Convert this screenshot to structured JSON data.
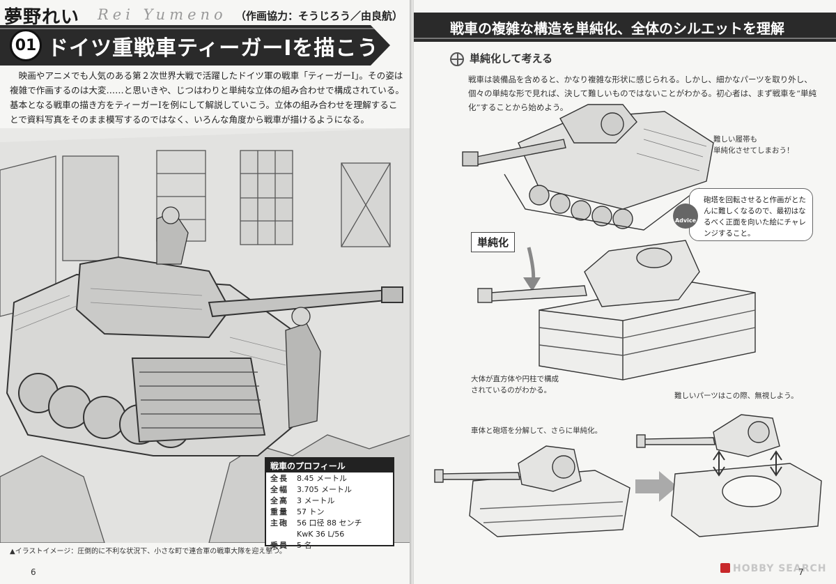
{
  "left": {
    "author": "夢野れい",
    "author_roman": "Rei Yumeno",
    "credit": "（作画協力：そうじろう／由良航）",
    "chapter_number": "01",
    "title": "ドイツ重戦車ティーガーⅠを描こう",
    "intro": "映画やアニメでも人気のある第２次世界大戦で活躍したドイツ軍の戦車「ティーガーⅠ」。その姿は複雑で作画するのは大変……と思いきや、じつはわりと単純な立体の組み合わせで構成されている。基本となる戦車の描き方をティーガーⅠを例にして解説していこう。立体の組み合わせを理解することで資料写真をそのまま模写するのではなく、いろんな角度から戦車が描けるようになる。",
    "profile": {
      "heading": "戦車のプロフィール",
      "rows": [
        {
          "label": "全長",
          "value": "8.45 メートル"
        },
        {
          "label": "全幅",
          "value": "3.705 メートル"
        },
        {
          "label": "全高",
          "value": "3 メートル"
        },
        {
          "label": "重量",
          "value": "57 トン"
        },
        {
          "label": "主砲",
          "value": "56 口径 88 センチ"
        },
        {
          "label": "",
          "value": "KwK 36 L/56"
        },
        {
          "label": "乗員",
          "value": "5 名"
        }
      ]
    },
    "caption": "▲イラストイメージ：圧倒的に不利な状況下、小さな町で連合軍の戦車大隊を迎え撃つ。",
    "page_number": "6"
  },
  "right": {
    "header": "戦車の複雑な構造を単純化、全体のシルエットを理解",
    "subhead": "単純化して考える",
    "body": "戦車は装備品を含めると、かなり複雑な形状に感じられる。しかし、細かなパーツを取り外し、個々の単純な形で見れば、決して難しいものではないことがわかる。初心者は、まず戦車を“単純化”することから始めよう。",
    "note_tracks": "難しい履帯も\n単純化させてしまおう！",
    "advice_badge": "Advice",
    "advice": "砲塔を回転させると作画がとたんに難しくなるので、最初はなるべく正面を向いた絵にチャレンジすること。",
    "label_simplify": "単純化",
    "note_boxes": "大体が直方体や円柱で構成\nされているのがわかる。",
    "note_ignore": "難しいパーツはこの際、無視しよう。",
    "note_split": "車体と砲塔を分解して、さらに単純化。",
    "page_number": "7"
  },
  "watermark": "HOBBY SEARCH"
}
